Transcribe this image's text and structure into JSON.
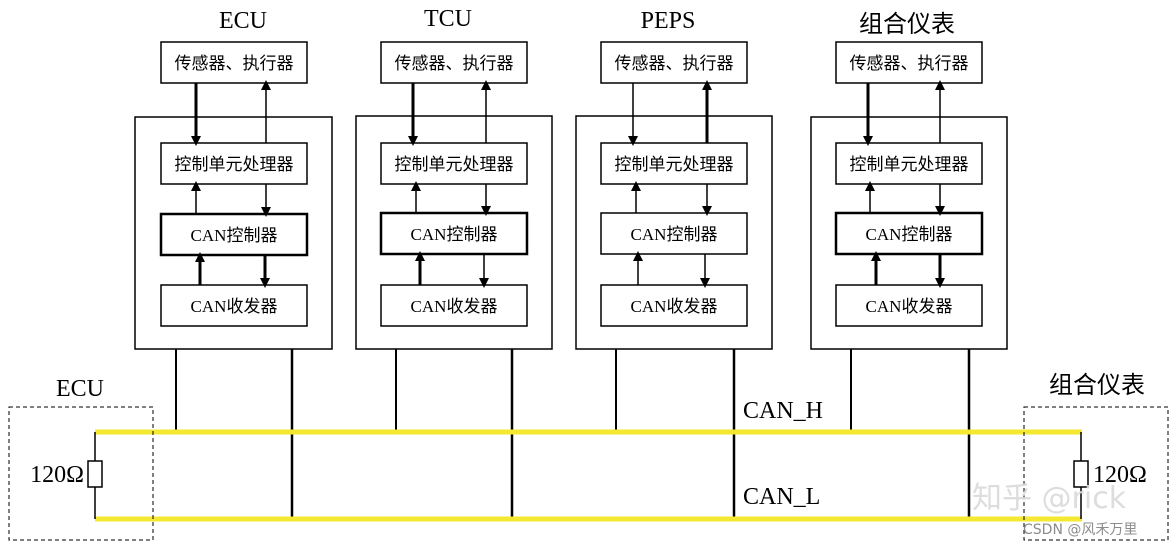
{
  "nodes": [
    {
      "title": "ECU",
      "sensor_label": "传感器、执行器",
      "cpu_label": "控制单元处理器",
      "controller_label": "CAN控制器",
      "transceiver_label": "CAN收发器"
    },
    {
      "title": "TCU",
      "sensor_label": "传感器、执行器",
      "cpu_label": "控制单元处理器",
      "controller_label": "CAN控制器",
      "transceiver_label": "CAN收发器"
    },
    {
      "title": "PEPS",
      "sensor_label": "传感器、执行器",
      "cpu_label": "控制单元处理器",
      "controller_label": "CAN控制器",
      "transceiver_label": "CAN收发器"
    },
    {
      "title": "组合仪表",
      "sensor_label": "传感器、执行器",
      "cpu_label": "控制单元处理器",
      "controller_label": "CAN控制器",
      "transceiver_label": "CAN收发器"
    }
  ],
  "bus": {
    "high_label": "CAN_H",
    "low_label": "CAN_L",
    "wire_color": "#f5e830"
  },
  "terminations": {
    "left": {
      "title": "ECU",
      "resistor_label": "120Ω"
    },
    "right": {
      "title": "组合仪表",
      "resistor_label": "120Ω"
    }
  },
  "watermark": {
    "main": "知乎 @rick",
    "sub": "CSDN @风禾万里"
  }
}
